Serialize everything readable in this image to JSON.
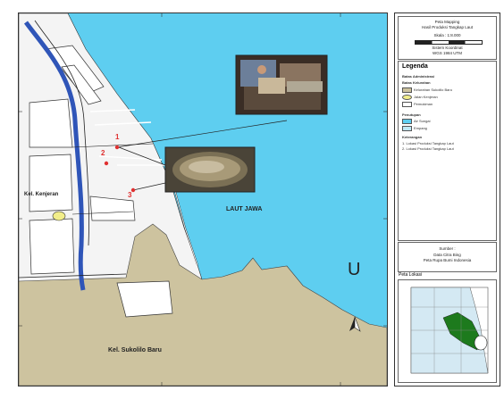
{
  "map": {
    "sea_label": "LAUT JAWA",
    "land_label_west": "Kel. Kenjeran",
    "land_label_south": "Kel. Sukolilo Baru",
    "north_arrow_letter": "U",
    "point_labels": [
      "1",
      "2",
      "3"
    ],
    "colors": {
      "sea": "#5ecef0",
      "land": "#cdc39f",
      "urban": "#ffffff",
      "river": "#2f55b8",
      "road": "#222222",
      "highlight": "#f2ee8a"
    },
    "photos": [
      {
        "subject": "fishermen processing catch at a stall"
      },
      {
        "subject": "basket of shellfish catch"
      }
    ]
  },
  "panel": {
    "title_lines": [
      "Peta Mapping",
      "Hasil Produksi Tangkap Laut"
    ],
    "scale": "Skala : 1:8.000",
    "projection_lines": [
      "Sistem Koordinat",
      "WGS 1984 UTM"
    ],
    "legend_title": "Legenda",
    "legend_sections": [
      {
        "heading": "Batas Administrasi"
      },
      {
        "heading": "Batas Kelurahan"
      },
      {
        "heading": "Penutupan"
      },
      {
        "heading": "Keterangan"
      }
    ],
    "legend_items": [
      {
        "label": "Kelurahan Sukolilo Baru",
        "color": "#cdc39f"
      },
      {
        "label": "Jalan Kenjeran",
        "color": "#f2ee8a"
      },
      {
        "label": "Pemukiman",
        "color": "#ffffff"
      },
      {
        "label": "Air Sungai",
        "color": "#5ecef0"
      },
      {
        "label": "Empang",
        "color": "#bfe8f5"
      }
    ],
    "notes": [
      "1. Lokasi Produksi Tangkap Laut",
      "2. Lokasi Produksi Tangkap Laut"
    ],
    "source_heading": "Sumber :",
    "source_lines": [
      "Data Citra Bing",
      "Peta Rupa Bumi Indonesia"
    ],
    "inset_title": "Peta Lokasi"
  }
}
